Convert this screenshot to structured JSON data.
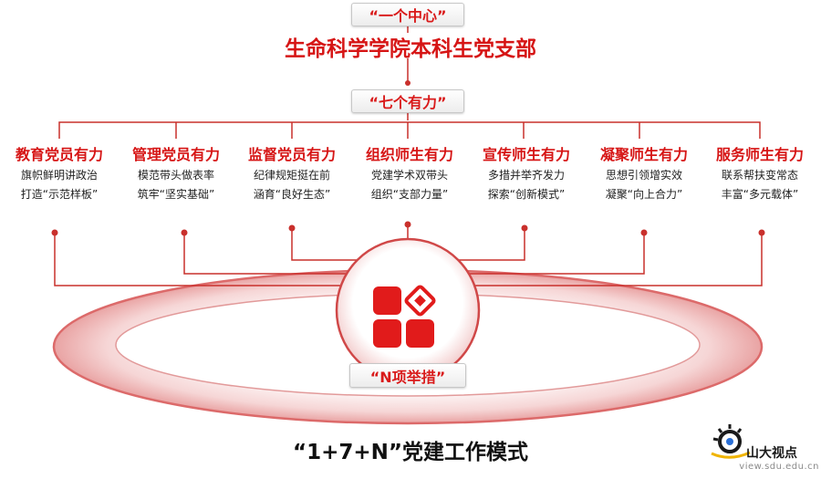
{
  "center_tag": "“一个中心”",
  "unit_name": "生命科学学院本科生党支部",
  "seven_tag": "“七个有力”",
  "columns": [
    {
      "title": "教育党员有力",
      "lines": [
        "旗帜鲜明讲政治",
        "打造“示范样板”"
      ]
    },
    {
      "title": "管理党员有力",
      "lines": [
        "模范带头做表率",
        "筑牢“坚实基础”"
      ]
    },
    {
      "title": "监督党员有力",
      "lines": [
        "纪律规矩挺在前",
        "涵育“良好生态”"
      ]
    },
    {
      "title": "组织师生有力",
      "lines": [
        "党建学术双带头",
        "组织“支部力量”"
      ]
    },
    {
      "title": "宣传师生有力",
      "lines": [
        "多措并举齐发力",
        "探索“创新模式”"
      ]
    },
    {
      "title": "凝聚师生有力",
      "lines": [
        "思想引领增实效",
        "凝聚“向上合力”"
      ]
    },
    {
      "title": "服务师生有力",
      "lines": [
        "联系帮扶变常态",
        "丰富“多元载体”"
      ]
    }
  ],
  "n_tag": "“N项举措”",
  "bottom_title": "“1+7+N”党建工作模式",
  "logo": {
    "label": "山大视点",
    "url": "view.sdu.edu.cn"
  },
  "colors": {
    "accent": "#d61515",
    "icon_red": "#e11b1b",
    "line": "#c9302c"
  }
}
